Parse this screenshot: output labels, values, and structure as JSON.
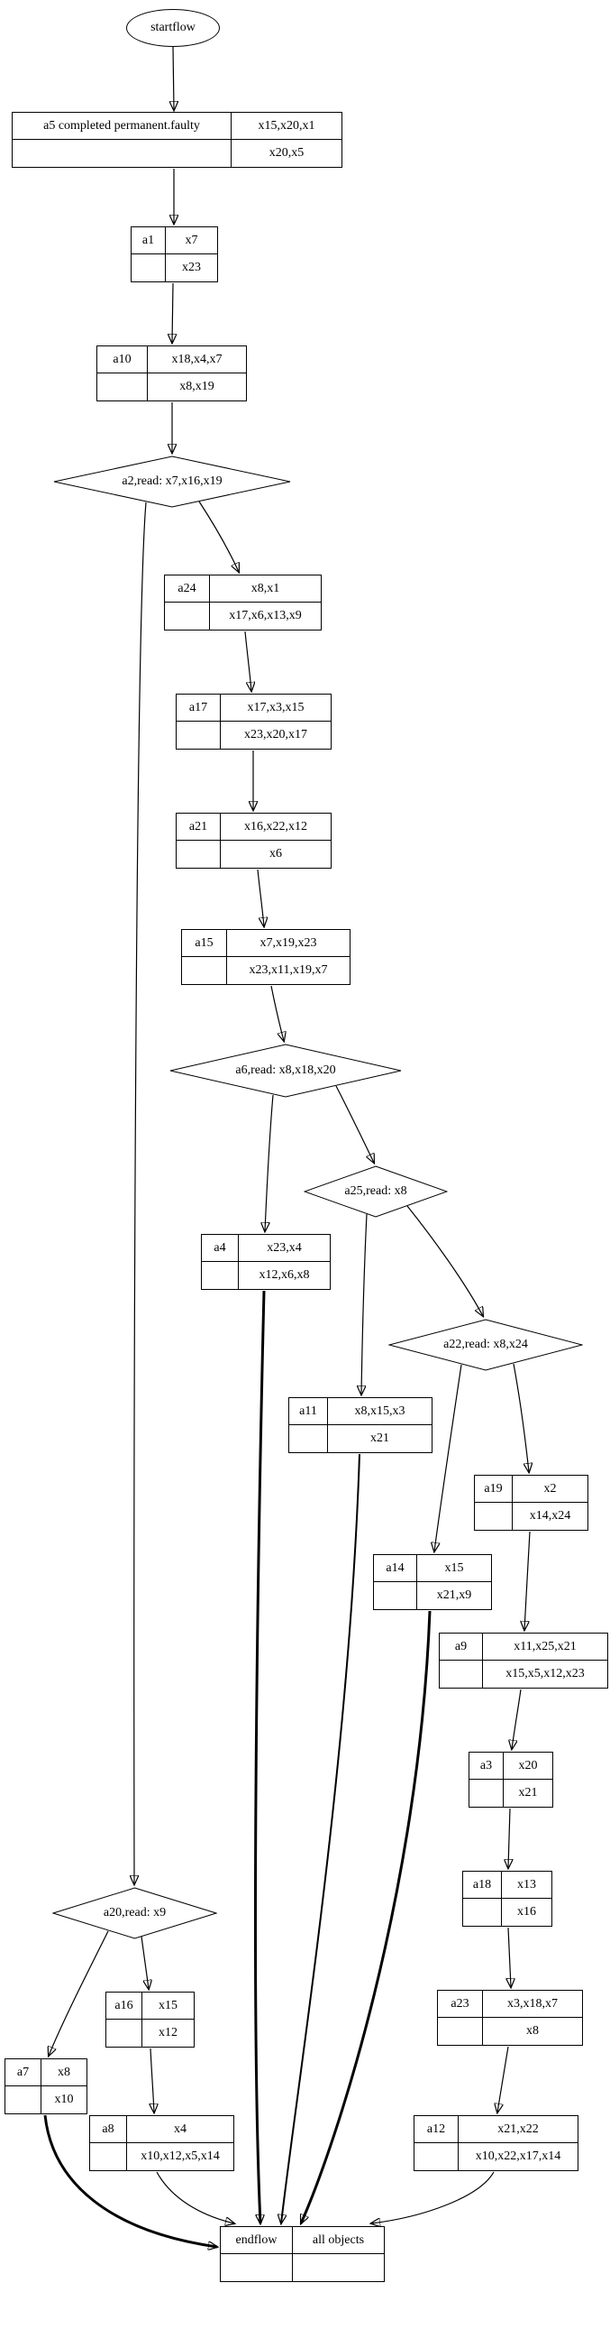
{
  "diagram": {
    "terminals": {
      "start": {
        "label": "startflow"
      },
      "end": {
        "name": "endflow",
        "top": "all objects",
        "bottom": ""
      }
    },
    "actions": {
      "a5": {
        "name": "a5 completed permanent.faulty",
        "top": "x15,x20,x1",
        "bottom": "x20,x5"
      },
      "a1": {
        "name": "a1",
        "top": "x7",
        "bottom": "x23"
      },
      "a10": {
        "name": "a10",
        "top": "x18,x4,x7",
        "bottom": "x8,x19"
      },
      "a24": {
        "name": "a24",
        "top": "x8,x1",
        "bottom": "x17,x6,x13,x9"
      },
      "a17": {
        "name": "a17",
        "top": "x17,x3,x15",
        "bottom": "x23,x20,x17"
      },
      "a21": {
        "name": "a21",
        "top": "x16,x22,x12",
        "bottom": "x6"
      },
      "a15": {
        "name": "a15",
        "top": "x7,x19,x23",
        "bottom": "x23,x11,x19,x7"
      },
      "a4": {
        "name": "a4",
        "top": "x23,x4",
        "bottom": "x12,x6,x8"
      },
      "a11": {
        "name": "a11",
        "top": "x8,x15,x3",
        "bottom": "x21"
      },
      "a19": {
        "name": "a19",
        "top": "x2",
        "bottom": "x14,x24"
      },
      "a14": {
        "name": "a14",
        "top": "x15",
        "bottom": "x21,x9"
      },
      "a9": {
        "name": "a9",
        "top": "x11,x25,x21",
        "bottom": "x15,x5,x12,x23"
      },
      "a3": {
        "name": "a3",
        "top": "x20",
        "bottom": "x21"
      },
      "a18": {
        "name": "a18",
        "top": "x13",
        "bottom": "x16"
      },
      "a23": {
        "name": "a23",
        "top": "x3,x18,x7",
        "bottom": "x8"
      },
      "a16": {
        "name": "a16",
        "top": "x15",
        "bottom": "x12"
      },
      "a7": {
        "name": "a7",
        "top": "x8",
        "bottom": "x10"
      },
      "a8": {
        "name": "a8",
        "top": "x4",
        "bottom": "x10,x12,x5,x14"
      },
      "a12": {
        "name": "a12",
        "top": "x21,x22",
        "bottom": "x10,x22,x17,x14"
      }
    },
    "decisions": {
      "a2": {
        "label": "a2,read: x7,x16,x19"
      },
      "a6": {
        "label": "a6,read: x8,x18,x20"
      },
      "a25": {
        "label": "a25,read: x8"
      },
      "a22": {
        "label": "a22,read: x8,x24"
      },
      "a20": {
        "label": "a20,read: x9"
      }
    },
    "edges": [
      {
        "from": "startflow",
        "to": "a5"
      },
      {
        "from": "a5",
        "to": "a1"
      },
      {
        "from": "a1",
        "to": "a10"
      },
      {
        "from": "a10",
        "to": "a2"
      },
      {
        "from": "a2",
        "to": "a24"
      },
      {
        "from": "a2",
        "to": "a20"
      },
      {
        "from": "a24",
        "to": "a17"
      },
      {
        "from": "a17",
        "to": "a21"
      },
      {
        "from": "a21",
        "to": "a15"
      },
      {
        "from": "a15",
        "to": "a6"
      },
      {
        "from": "a6",
        "to": "a4"
      },
      {
        "from": "a6",
        "to": "a25"
      },
      {
        "from": "a25",
        "to": "a11"
      },
      {
        "from": "a25",
        "to": "a22"
      },
      {
        "from": "a22",
        "to": "a14"
      },
      {
        "from": "a22",
        "to": "a19"
      },
      {
        "from": "a19",
        "to": "a9"
      },
      {
        "from": "a9",
        "to": "a3"
      },
      {
        "from": "a3",
        "to": "a18"
      },
      {
        "from": "a18",
        "to": "a23"
      },
      {
        "from": "a23",
        "to": "a12"
      },
      {
        "from": "a20",
        "to": "a16"
      },
      {
        "from": "a20",
        "to": "a7"
      },
      {
        "from": "a16",
        "to": "a8"
      },
      {
        "from": "a4",
        "to": "endflow"
      },
      {
        "from": "a11",
        "to": "endflow"
      },
      {
        "from": "a14",
        "to": "endflow"
      },
      {
        "from": "a7",
        "to": "endflow"
      },
      {
        "from": "a8",
        "to": "endflow"
      },
      {
        "from": "a12",
        "to": "endflow"
      }
    ],
    "colors": {
      "stroke": "#000000",
      "fill": "#ffffff"
    }
  }
}
